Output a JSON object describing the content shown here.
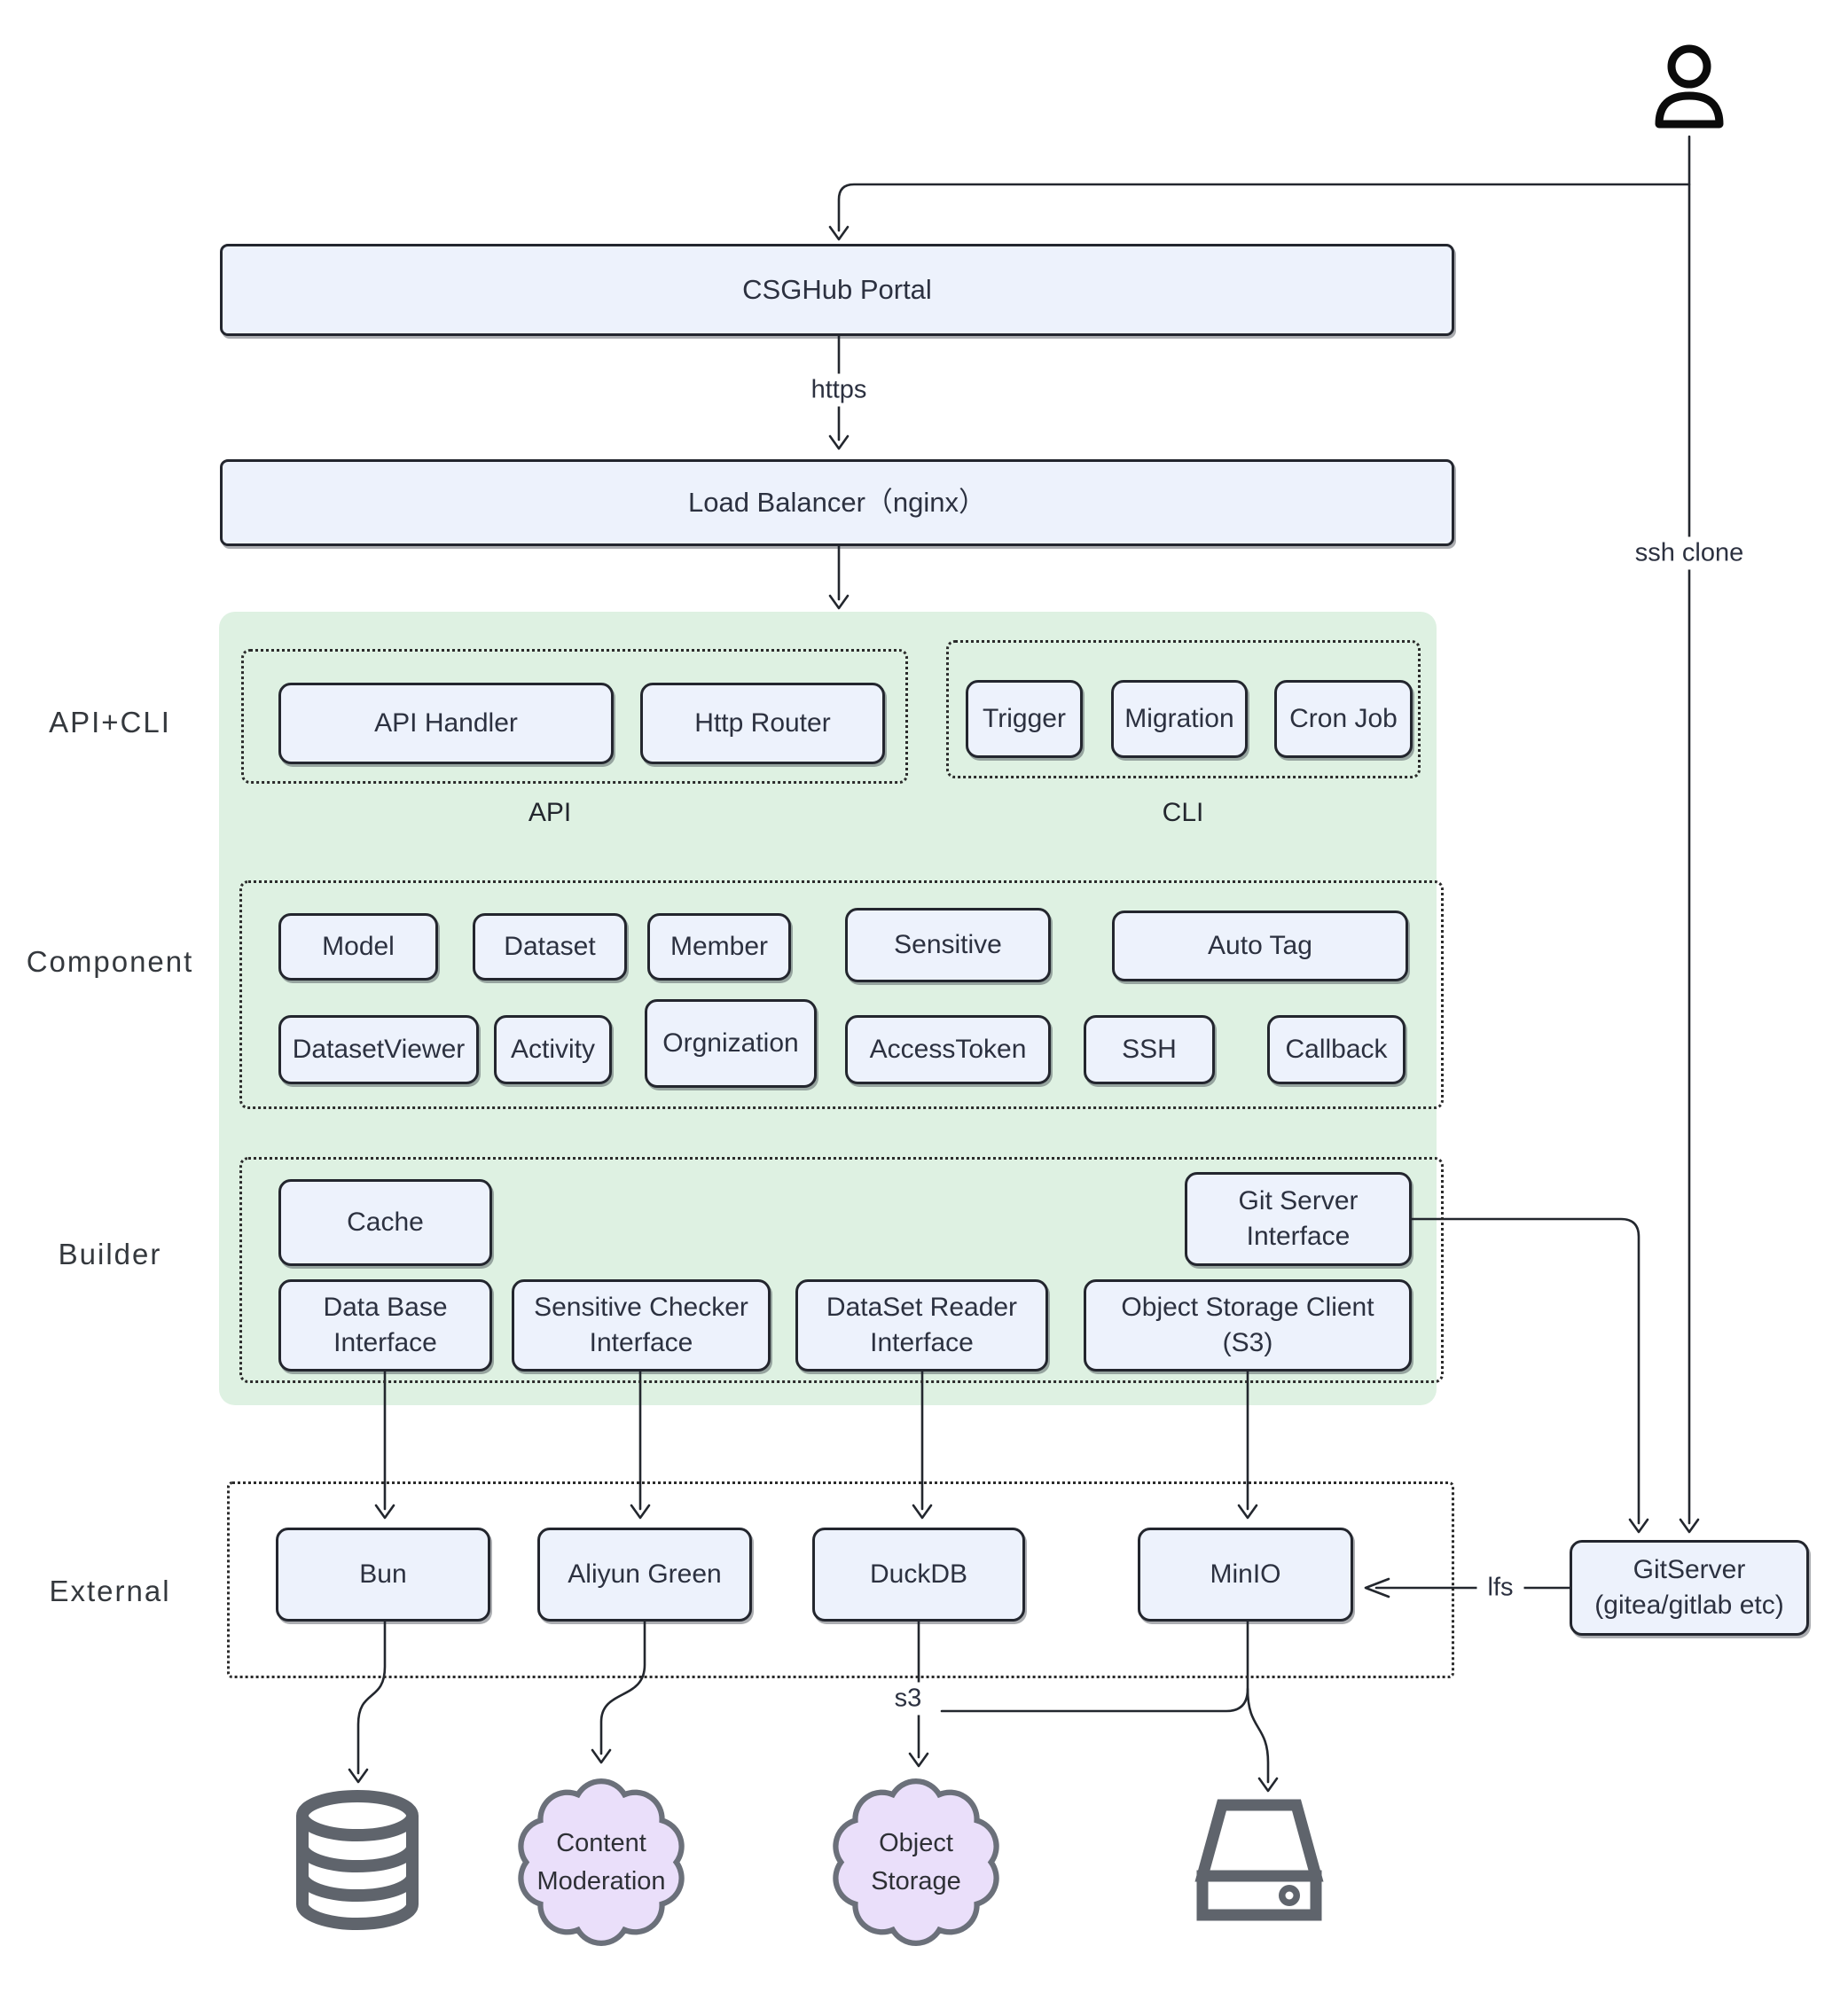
{
  "colors": {
    "green_panel": "#def1e2",
    "node_fill": "#edf2fc",
    "node_border": "#23262e",
    "cloud_fill": "#eadffa",
    "cloud_border": "#6b707a",
    "icon_gray": "#5f646c",
    "line": "#23272e"
  },
  "icons": {
    "actor": "user-icon",
    "database": "database-cylinder-icon",
    "content_moderation": "cloud-shape",
    "object_storage": "cloud-shape",
    "storage_device": "disk-drive-icon"
  },
  "flow": {
    "portal": "CSGHub Portal",
    "https": "https",
    "load_balancer": "Load Balancer（nginx）",
    "ssh_clone": "ssh clone",
    "lfs": "lfs",
    "s3": "s3"
  },
  "side_labels": {
    "api_cli": "API+CLI",
    "component": "Component",
    "builder": "Builder",
    "external": "External"
  },
  "api_group": {
    "caption": "API",
    "handler": "API Handler",
    "router": "Http Router"
  },
  "cli_group": {
    "caption": "CLI",
    "trigger": "Trigger",
    "migration": "Migration",
    "cron": "Cron Job"
  },
  "component": {
    "row1": [
      "Model",
      "Dataset",
      "Member",
      "Sensitive",
      "Auto Tag"
    ],
    "row2": [
      "DatasetViewer",
      "Activity",
      "Orgnization",
      "AccessToken",
      "SSH",
      "Callback"
    ]
  },
  "builder": {
    "cache": "Cache",
    "git_server_interface": {
      "l1": "Git Server",
      "l2": "Interface"
    },
    "database_interface": {
      "l1": "Data Base",
      "l2": "Interface"
    },
    "sensitive_checker": {
      "l1": "Sensitive Checker",
      "l2": "Interface"
    },
    "dataset_reader": {
      "l1": "DataSet Reader",
      "l2": "Interface"
    },
    "object_storage_client": {
      "l1": "Object Storage Client",
      "l2": "(S3)"
    }
  },
  "external": {
    "bun": "Bun",
    "aliyun": "Aliyun Green",
    "duckdb": "DuckDB",
    "minio": "MinIO"
  },
  "git_server": {
    "l1": "GitServer",
    "l2": "(gitea/gitlab etc)"
  },
  "bottom": {
    "content_moderation": {
      "l1": "Content",
      "l2": "Moderation"
    },
    "object_storage": {
      "l1": "Object",
      "l2": "Storage"
    }
  }
}
